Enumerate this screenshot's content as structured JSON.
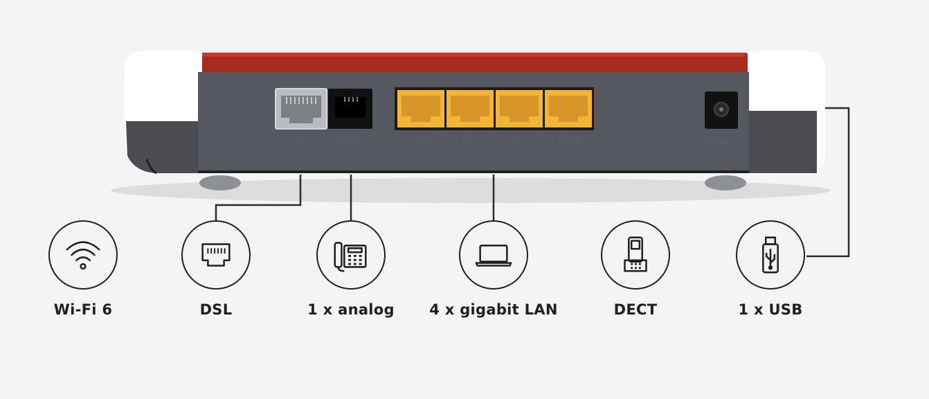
{
  "router": {
    "port_labels": {
      "dsl": "DSL",
      "fon": "FON",
      "lan1": "LAN 1",
      "lan2": "LAN 2",
      "lan3": "LAN 3",
      "lan4": "LAN 4",
      "power": "Power"
    }
  },
  "features": [
    {
      "icon": "wifi-icon",
      "label": "Wi-Fi 6"
    },
    {
      "icon": "ethernet-port-icon",
      "label": "DSL"
    },
    {
      "icon": "desk-phone-icon",
      "label": "1 x analog"
    },
    {
      "icon": "laptop-icon",
      "label": "4 x gigabit LAN"
    },
    {
      "icon": "cordless-phone-icon",
      "label": "DECT"
    },
    {
      "icon": "usb-stick-icon",
      "label": "1 x USB"
    }
  ],
  "colors": {
    "background": "#f4f4f4",
    "router_top": "#a82a1f",
    "router_body": "#4a4c52",
    "lan_ports": "#f2b632",
    "icon_stroke": "#1f1f1f"
  }
}
